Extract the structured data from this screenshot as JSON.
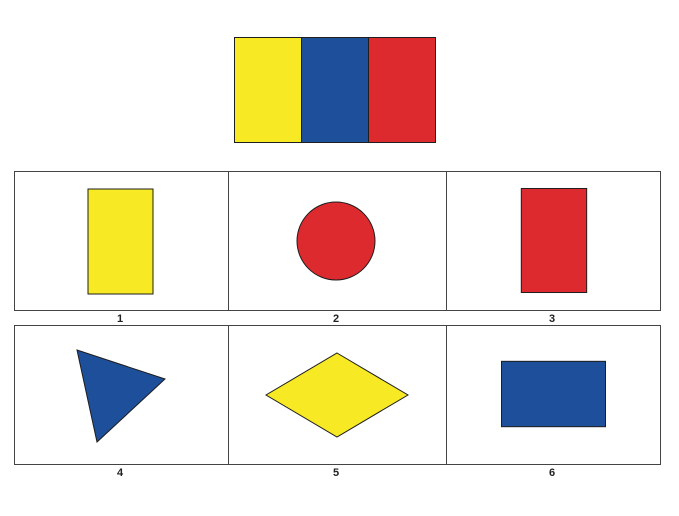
{
  "colors": {
    "yellow": "#f7e923",
    "blue": "#1d4f9a",
    "red": "#dc2a2f",
    "outline": "#1e1e1e"
  },
  "target_flag": {
    "stripes": [
      "yellow",
      "blue",
      "red"
    ]
  },
  "options": [
    {
      "label": "1",
      "shape": "tall-rectangle",
      "color": "yellow"
    },
    {
      "label": "2",
      "shape": "circle",
      "color": "red"
    },
    {
      "label": "3",
      "shape": "tall-rectangle",
      "color": "red"
    },
    {
      "label": "4",
      "shape": "triangle",
      "color": "blue"
    },
    {
      "label": "5",
      "shape": "diamond",
      "color": "yellow"
    },
    {
      "label": "6",
      "shape": "wide-rectangle",
      "color": "blue"
    }
  ]
}
